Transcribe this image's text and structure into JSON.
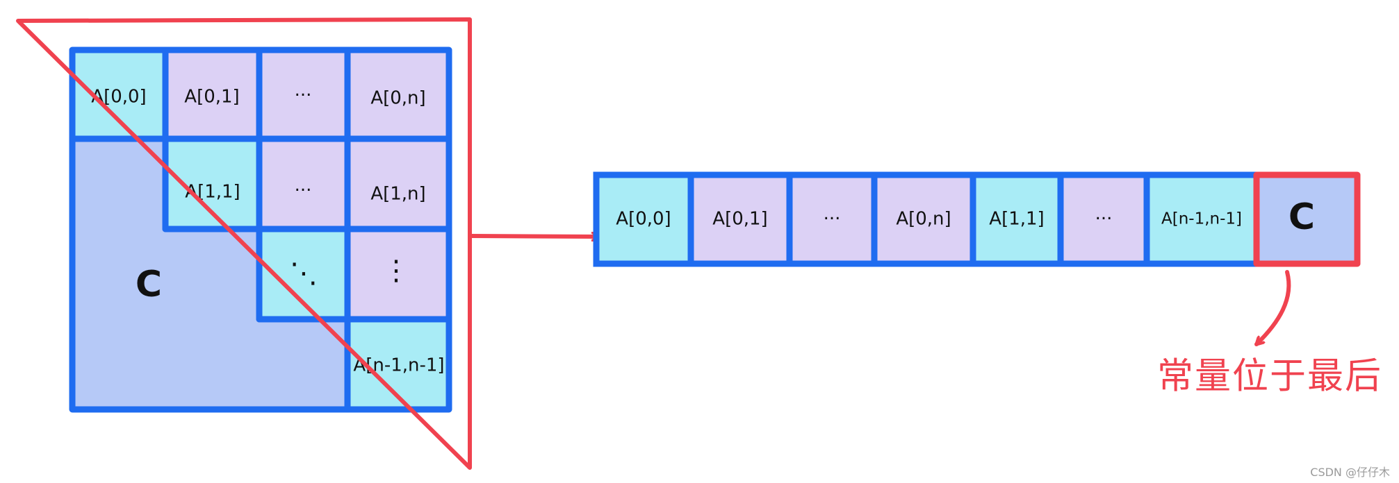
{
  "colors": {
    "border_blue": "#1f6cf0",
    "cyan_fill": "#a9ecf6",
    "lavender_fill": "#dcd1f5",
    "constant_fill": "#b6c9f7",
    "red": "#f0424f",
    "text": "#111111"
  },
  "matrix": {
    "cells": [
      {
        "id": "a00",
        "label": "A[0,0]",
        "kind": "cyan"
      },
      {
        "id": "a01",
        "label": "A[0,1]",
        "kind": "lavender"
      },
      {
        "id": "dots-r0",
        "label": "···",
        "kind": "lavender"
      },
      {
        "id": "a0n",
        "label": "A[0,n]",
        "kind": "lavender"
      },
      {
        "id": "a11",
        "label": "A[1,1]",
        "kind": "cyan"
      },
      {
        "id": "dots-r1",
        "label": "···",
        "kind": "lavender"
      },
      {
        "id": "a1n",
        "label": "A[1,n]",
        "kind": "lavender"
      },
      {
        "id": "ddots",
        "label": "⋱",
        "kind": "cyan"
      },
      {
        "id": "vdots",
        "label": "⋮",
        "kind": "lavender"
      },
      {
        "id": "an1n1",
        "label": "A[n-1,n-1]",
        "kind": "cyan"
      }
    ],
    "constant_label": "C"
  },
  "array": {
    "cells": [
      {
        "label": "A[0,0]",
        "kind": "cyan"
      },
      {
        "label": "A[0,1]",
        "kind": "lavender"
      },
      {
        "label": "···",
        "kind": "lavender"
      },
      {
        "label": "A[0,n]",
        "kind": "lavender"
      },
      {
        "label": "A[1,1]",
        "kind": "cyan"
      },
      {
        "label": "···",
        "kind": "lavender"
      },
      {
        "label": "A[n-1,n-1]",
        "kind": "cyan"
      }
    ],
    "constant_label": "C"
  },
  "annotation": "常量位于最后",
  "watermark": "CSDN @仔仔木"
}
